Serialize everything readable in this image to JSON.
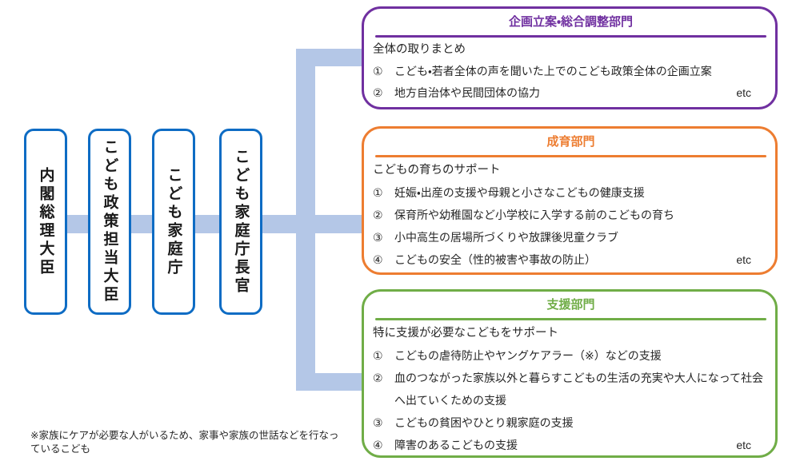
{
  "colors": {
    "chain_box_border_blue": "#0e6cc4",
    "connector_light_blue": "#b4c7e7",
    "planning_purple": "#7030a0",
    "development_orange": "#ed7d31",
    "support_green": "#70ad47"
  },
  "org_chain": [
    {
      "label": "内閣総理大臣"
    },
    {
      "label": "こども政策担当大臣"
    },
    {
      "label": "こども家庭庁"
    },
    {
      "label": "こども家庭庁長官"
    }
  ],
  "departments": [
    {
      "title": "企画立案・総合調整部門",
      "lead": "全体の取りまとめ",
      "items": [
        {
          "num": "①",
          "text": "こども・若者全体の声を聞いた上でのこども政策全体の企画立案"
        },
        {
          "num": "②",
          "text": "地方自治体や民間団体の協力"
        }
      ],
      "etc_label": "etc"
    },
    {
      "title": "成育部門",
      "lead": "こどもの育ちのサポート",
      "items": [
        {
          "num": "①",
          "text": "妊娠・出産の支援や母親と小さなこどもの健康支援"
        },
        {
          "num": "②",
          "text": "保育所や幼稚園など小学校に入学する前のこどもの育ち"
        },
        {
          "num": "③",
          "text": "小中高生の居場所づくりや放課後児童クラブ"
        },
        {
          "num": "④",
          "text": "こどもの安全（性的被害や事故の防止）"
        }
      ],
      "etc_label": "etc"
    },
    {
      "title": "支援部門",
      "lead": "特に支援が必要なこどもをサポート",
      "items": [
        {
          "num": "①",
          "text": "こどもの虐待防止やヤングケアラー（※）などの支援"
        },
        {
          "num": "②",
          "text": "血のつながった家族以外と暮らすこどもの生活の充実や大人になって社会へ出ていくための支援"
        },
        {
          "num": "③",
          "text": "こどもの貧困やひとり親家庭の支援"
        },
        {
          "num": "④",
          "text": "障害のあるこどもの支援"
        }
      ],
      "etc_label": "etc"
    }
  ],
  "footnote": "※家族にケアが必要な人がいるため、家事や家族の世話などを行なっているこども"
}
